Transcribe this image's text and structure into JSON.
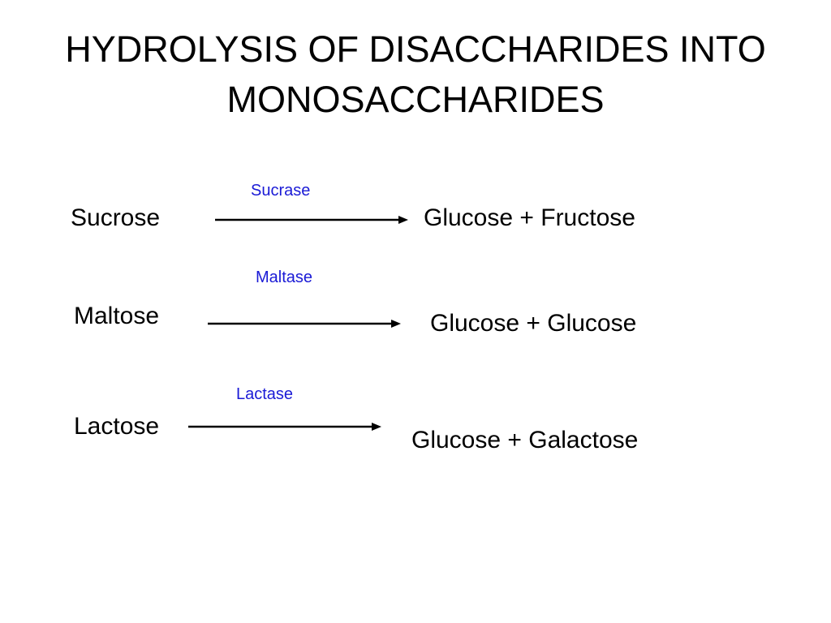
{
  "title": {
    "line1": "HYDROLYSIS OF DISACCHARIDES INTO",
    "line2": "MONOSACCHARIDES"
  },
  "colors": {
    "enzyme": "#1a1ad6",
    "text": "#000000",
    "arrow": "#000000"
  },
  "reactions": [
    {
      "reactant": "Sucrose",
      "enzyme": "Sucrase",
      "products": "Glucose + Fructose"
    },
    {
      "reactant": "Maltose",
      "enzyme": "Maltase",
      "products": "Glucose + Glucose"
    },
    {
      "reactant": "Lactose",
      "enzyme": "Lactase",
      "products": "Glucose + Galactose"
    }
  ]
}
